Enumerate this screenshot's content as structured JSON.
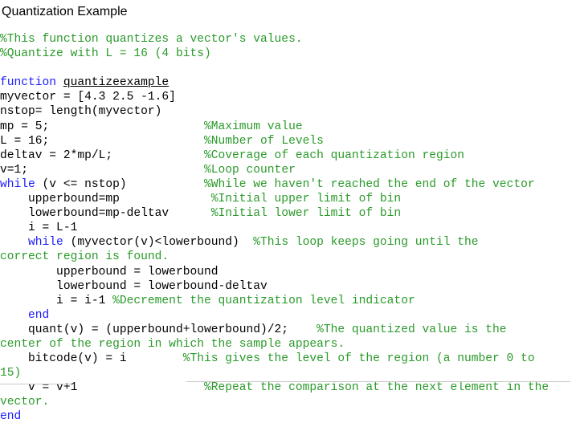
{
  "title": "Quantization Example",
  "lines": [
    {
      "parts": [
        {
          "t": "%This function quantizes a vector's values.",
          "c": "c"
        }
      ]
    },
    {
      "parts": [
        {
          "t": "%Quantize with L = 16 (4 bits)",
          "c": "c"
        }
      ]
    },
    {
      "parts": []
    },
    {
      "parts": [
        {
          "t": "function",
          "c": "k"
        },
        {
          "t": " ",
          "c": "t"
        },
        {
          "t": "quantizeexample",
          "c": "t ul"
        }
      ]
    },
    {
      "parts": [
        {
          "t": "myvector = [4.3 2.5 -1.6]",
          "c": "t"
        }
      ]
    },
    {
      "parts": [
        {
          "t": "nstop= length(myvector)",
          "c": "t"
        }
      ]
    },
    {
      "parts": [
        {
          "t": "mp = 5;                      ",
          "c": "t"
        },
        {
          "t": "%Maximum value",
          "c": "c"
        }
      ]
    },
    {
      "parts": [
        {
          "t": "L = 16;                      ",
          "c": "t"
        },
        {
          "t": "%Number of Levels",
          "c": "c"
        }
      ]
    },
    {
      "parts": [
        {
          "t": "deltav = 2*mp/L;             ",
          "c": "t"
        },
        {
          "t": "%Coverage of each quantization region",
          "c": "c"
        }
      ]
    },
    {
      "parts": [
        {
          "t": "v=1;                         ",
          "c": "t"
        },
        {
          "t": "%Loop counter",
          "c": "c"
        }
      ]
    },
    {
      "parts": [
        {
          "t": "while",
          "c": "k"
        },
        {
          "t": " (v <= nstop)           ",
          "c": "t"
        },
        {
          "t": "%While we haven't reached the end of the vector",
          "c": "c"
        }
      ]
    },
    {
      "parts": [
        {
          "t": "    upperbound=mp             ",
          "c": "t"
        },
        {
          "t": "%Initial upper limit of bin",
          "c": "c"
        }
      ]
    },
    {
      "parts": [
        {
          "t": "    lowerbound=mp-deltav      ",
          "c": "t"
        },
        {
          "t": "%Initial lower limit of bin",
          "c": "c"
        }
      ]
    },
    {
      "parts": [
        {
          "t": "    i = L-1",
          "c": "t"
        }
      ]
    },
    {
      "parts": [
        {
          "t": "    ",
          "c": "t"
        },
        {
          "t": "while",
          "c": "k"
        },
        {
          "t": " (myvector(v)<lowerbound)  ",
          "c": "t"
        },
        {
          "t": "%This loop keeps going until the",
          "c": "c"
        }
      ]
    },
    {
      "parts": [
        {
          "t": "correct region is found.",
          "c": "c"
        }
      ]
    },
    {
      "parts": [
        {
          "t": "        upperbound = lowerbound",
          "c": "t"
        }
      ]
    },
    {
      "parts": [
        {
          "t": "        lowerbound = lowerbound-deltav",
          "c": "t"
        }
      ]
    },
    {
      "parts": [
        {
          "t": "        i = i-1 ",
          "c": "t"
        },
        {
          "t": "%Decrement the quantization level indicator",
          "c": "c"
        }
      ]
    },
    {
      "parts": [
        {
          "t": "    ",
          "c": "t"
        },
        {
          "t": "end",
          "c": "k"
        }
      ]
    },
    {
      "parts": [
        {
          "t": "    quant(v) = (upperbound+lowerbound)/2;    ",
          "c": "t"
        },
        {
          "t": "%The quantized value is the",
          "c": "c"
        }
      ]
    },
    {
      "parts": [
        {
          "t": "center of the region in which the sample appears.",
          "c": "c"
        }
      ]
    },
    {
      "parts": [
        {
          "t": "    bitcode(v) = i        ",
          "c": "t"
        },
        {
          "t": "%This gives the level of the region (a number 0 to",
          "c": "c"
        }
      ]
    },
    {
      "parts": [
        {
          "t": "15)",
          "c": "c"
        }
      ]
    },
    {
      "parts": [
        {
          "t": "    v = v+1                  ",
          "c": "t"
        },
        {
          "t": "%Repeat the comparison at the next element in the",
          "c": "c"
        }
      ]
    },
    {
      "parts": [
        {
          "t": "vector.",
          "c": "c"
        }
      ]
    },
    {
      "parts": [
        {
          "t": "end",
          "c": "k"
        }
      ]
    }
  ],
  "colors": {
    "comment": "#2a9a2a",
    "keyword": "#1a1aff",
    "text": "#000000"
  }
}
